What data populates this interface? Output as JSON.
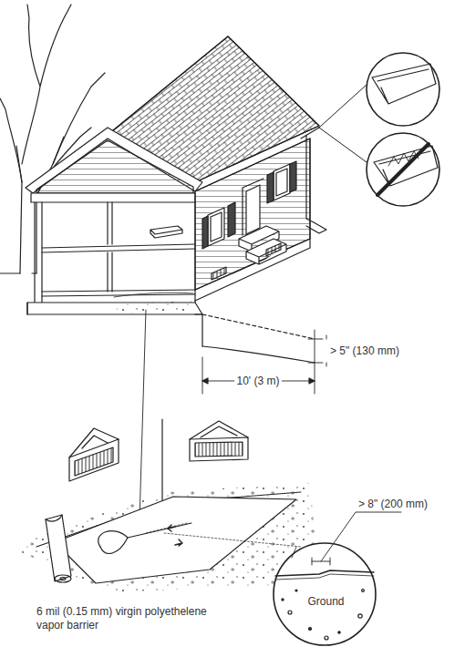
{
  "diagram": {
    "nodes": [
      {
        "text": [
          "Ground"
        ]
      }
    ],
    "labels": [
      "> 5\" (130 mm)",
      "10' (3 m)",
      "> 8\" (200 mm)",
      "6 mil (0.15 mm) virgin polyethelene vapor barrier"
    ]
  }
}
